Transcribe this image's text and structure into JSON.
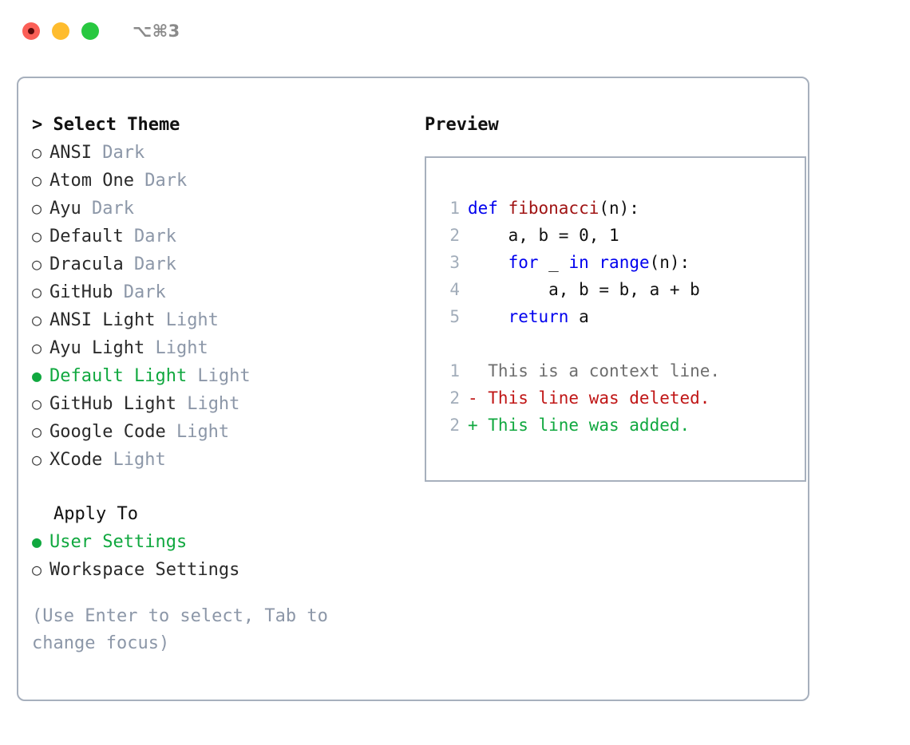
{
  "window": {
    "shortcut": "⌥⌘3",
    "traffic_lights": [
      {
        "name": "close",
        "color": "#fb5f57"
      },
      {
        "name": "minimize",
        "color": "#febc2e"
      },
      {
        "name": "maximize",
        "color": "#28c840"
      }
    ]
  },
  "theme_panel": {
    "heading": "> Select Theme",
    "bullet_off": "○",
    "bullet_on": "●",
    "options": [
      {
        "name": "ANSI",
        "kind": "Dark",
        "selected": false
      },
      {
        "name": "Atom One",
        "kind": "Dark",
        "selected": false
      },
      {
        "name": "Ayu",
        "kind": "Dark",
        "selected": false
      },
      {
        "name": "Default",
        "kind": "Dark",
        "selected": false
      },
      {
        "name": "Dracula",
        "kind": "Dark",
        "selected": false
      },
      {
        "name": "GitHub",
        "kind": "Dark",
        "selected": false
      },
      {
        "name": "ANSI Light",
        "kind": "Light",
        "selected": false
      },
      {
        "name": "Ayu Light",
        "kind": "Light",
        "selected": false
      },
      {
        "name": "Default Light",
        "kind": "Light",
        "selected": true
      },
      {
        "name": "GitHub Light",
        "kind": "Light",
        "selected": false
      },
      {
        "name": "Google Code",
        "kind": "Light",
        "selected": false
      },
      {
        "name": "XCode",
        "kind": "Light",
        "selected": false
      }
    ]
  },
  "apply_to": {
    "heading": "Apply To",
    "options": [
      {
        "name": "User Settings",
        "selected": true
      },
      {
        "name": "Workspace Settings",
        "selected": false
      }
    ]
  },
  "hint": "(Use Enter to select, Tab to change focus)",
  "preview": {
    "title": "Preview",
    "code_lines": [
      {
        "no": "1",
        "tokens": [
          {
            "t": "def ",
            "c": "kw"
          },
          {
            "t": "fibonacci",
            "c": "fn"
          },
          {
            "t": "(n):",
            "c": "plain"
          }
        ]
      },
      {
        "no": "2",
        "tokens": [
          {
            "t": "    a, b = 0, 1",
            "c": "plain"
          }
        ]
      },
      {
        "no": "3",
        "tokens": [
          {
            "t": "    ",
            "c": "plain"
          },
          {
            "t": "for",
            "c": "kw"
          },
          {
            "t": " _ ",
            "c": "plain"
          },
          {
            "t": "in",
            "c": "kw"
          },
          {
            "t": " ",
            "c": "plain"
          },
          {
            "t": "range",
            "c": "kw"
          },
          {
            "t": "(n):",
            "c": "plain"
          }
        ]
      },
      {
        "no": "4",
        "tokens": [
          {
            "t": "        a, b = b, a + b",
            "c": "plain"
          }
        ]
      },
      {
        "no": "5",
        "tokens": [
          {
            "t": "    ",
            "c": "plain"
          },
          {
            "t": "return",
            "c": "kw"
          },
          {
            "t": " a",
            "c": "plain"
          }
        ]
      }
    ],
    "diff_lines": [
      {
        "no": "1",
        "marker": "  ",
        "text": "This is a context line.",
        "kind": "ctx"
      },
      {
        "no": "2",
        "marker": "- ",
        "text": "This line was deleted.",
        "kind": "del"
      },
      {
        "no": "2",
        "marker": "+ ",
        "text": "This line was added.",
        "kind": "add"
      }
    ]
  },
  "colors": {
    "accent_green": "#10a83f",
    "muted_gray": "#8c97a8",
    "border": "#a7b0bd",
    "keyword_blue": "#0000ee",
    "function_red": "#a01414",
    "diff_delete": "#c01616",
    "diff_add": "#10a83f"
  }
}
